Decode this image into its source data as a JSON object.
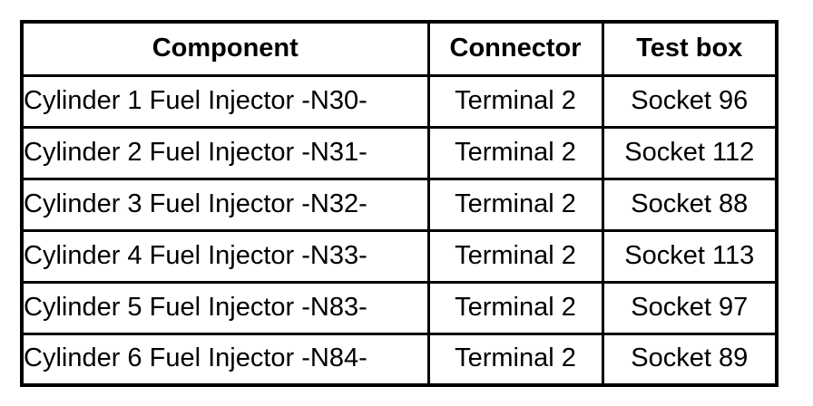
{
  "table": {
    "columns": [
      "Component",
      "Connector",
      "Test box"
    ],
    "rows": [
      [
        "Cylinder 1 Fuel Injector -N30-",
        "Terminal 2",
        "Socket 96"
      ],
      [
        "Cylinder 2 Fuel Injector -N31-",
        "Terminal 2",
        "Socket 112"
      ],
      [
        "Cylinder 3 Fuel Injector -N32-",
        "Terminal 2",
        "Socket 88"
      ],
      [
        "Cylinder 4 Fuel Injector -N33-",
        "Terminal 2",
        "Socket 113"
      ],
      [
        "Cylinder 5 Fuel Injector -N83-",
        "Terminal 2",
        "Socket 97"
      ],
      [
        "Cylinder 6 Fuel Injector -N84-",
        "Terminal 2",
        "Socket 89"
      ]
    ],
    "colors": {
      "border": "#000000",
      "background": "#ffffff",
      "text": "#000000"
    }
  }
}
